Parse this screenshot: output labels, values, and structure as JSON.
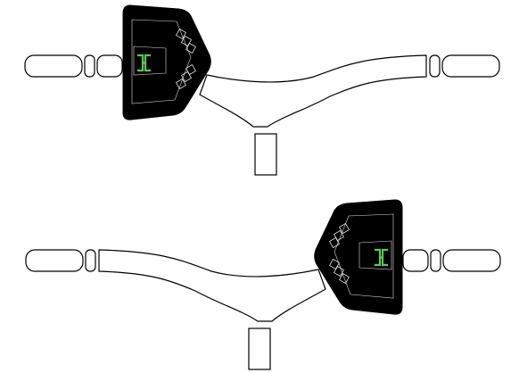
{
  "figure": {
    "variants": [
      {
        "name": "display-mounted-left",
        "display_side": "left"
      },
      {
        "name": "display-mounted-right",
        "display_side": "right"
      }
    ],
    "colors": {
      "outline": "#000000",
      "fill": "#ffffff",
      "display_body": "#000000",
      "display_inner_line": "#ffffff",
      "logo_green": "#5ec65b",
      "background": "#ffffff"
    },
    "icons": {
      "logo": "bracket-logo-icon"
    }
  }
}
